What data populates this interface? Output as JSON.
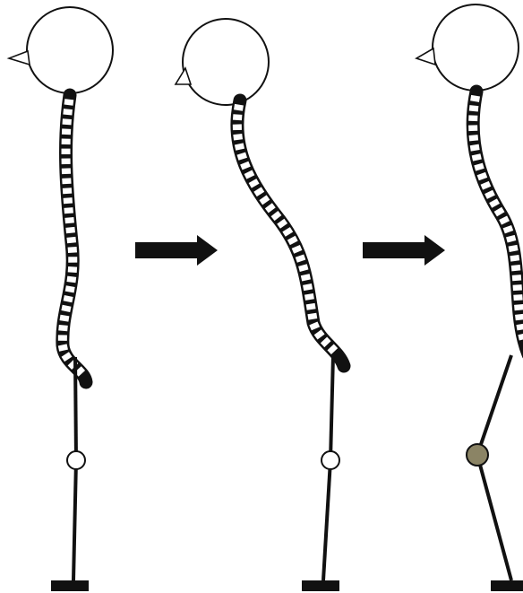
{
  "figures": [
    {
      "id": "figure-1",
      "spine_posture": "mild-curve",
      "knee_state": "normal",
      "knee_color": "#ffffff"
    },
    {
      "id": "figure-2",
      "spine_posture": "forward-flexed",
      "knee_state": "normal",
      "knee_color": "#ffffff"
    },
    {
      "id": "figure-3",
      "spine_posture": "forward-flexed-compensated",
      "knee_state": "flexed-highlighted",
      "knee_color": "#8b8465"
    }
  ],
  "arrows": [
    {
      "id": "arrow-1",
      "direction": "right"
    },
    {
      "id": "arrow-2",
      "direction": "right"
    }
  ],
  "colors": {
    "line": "#111111",
    "background": "#ffffff",
    "vertebra_fill": "#ffffff",
    "highlight_knee": "#8b8465"
  }
}
